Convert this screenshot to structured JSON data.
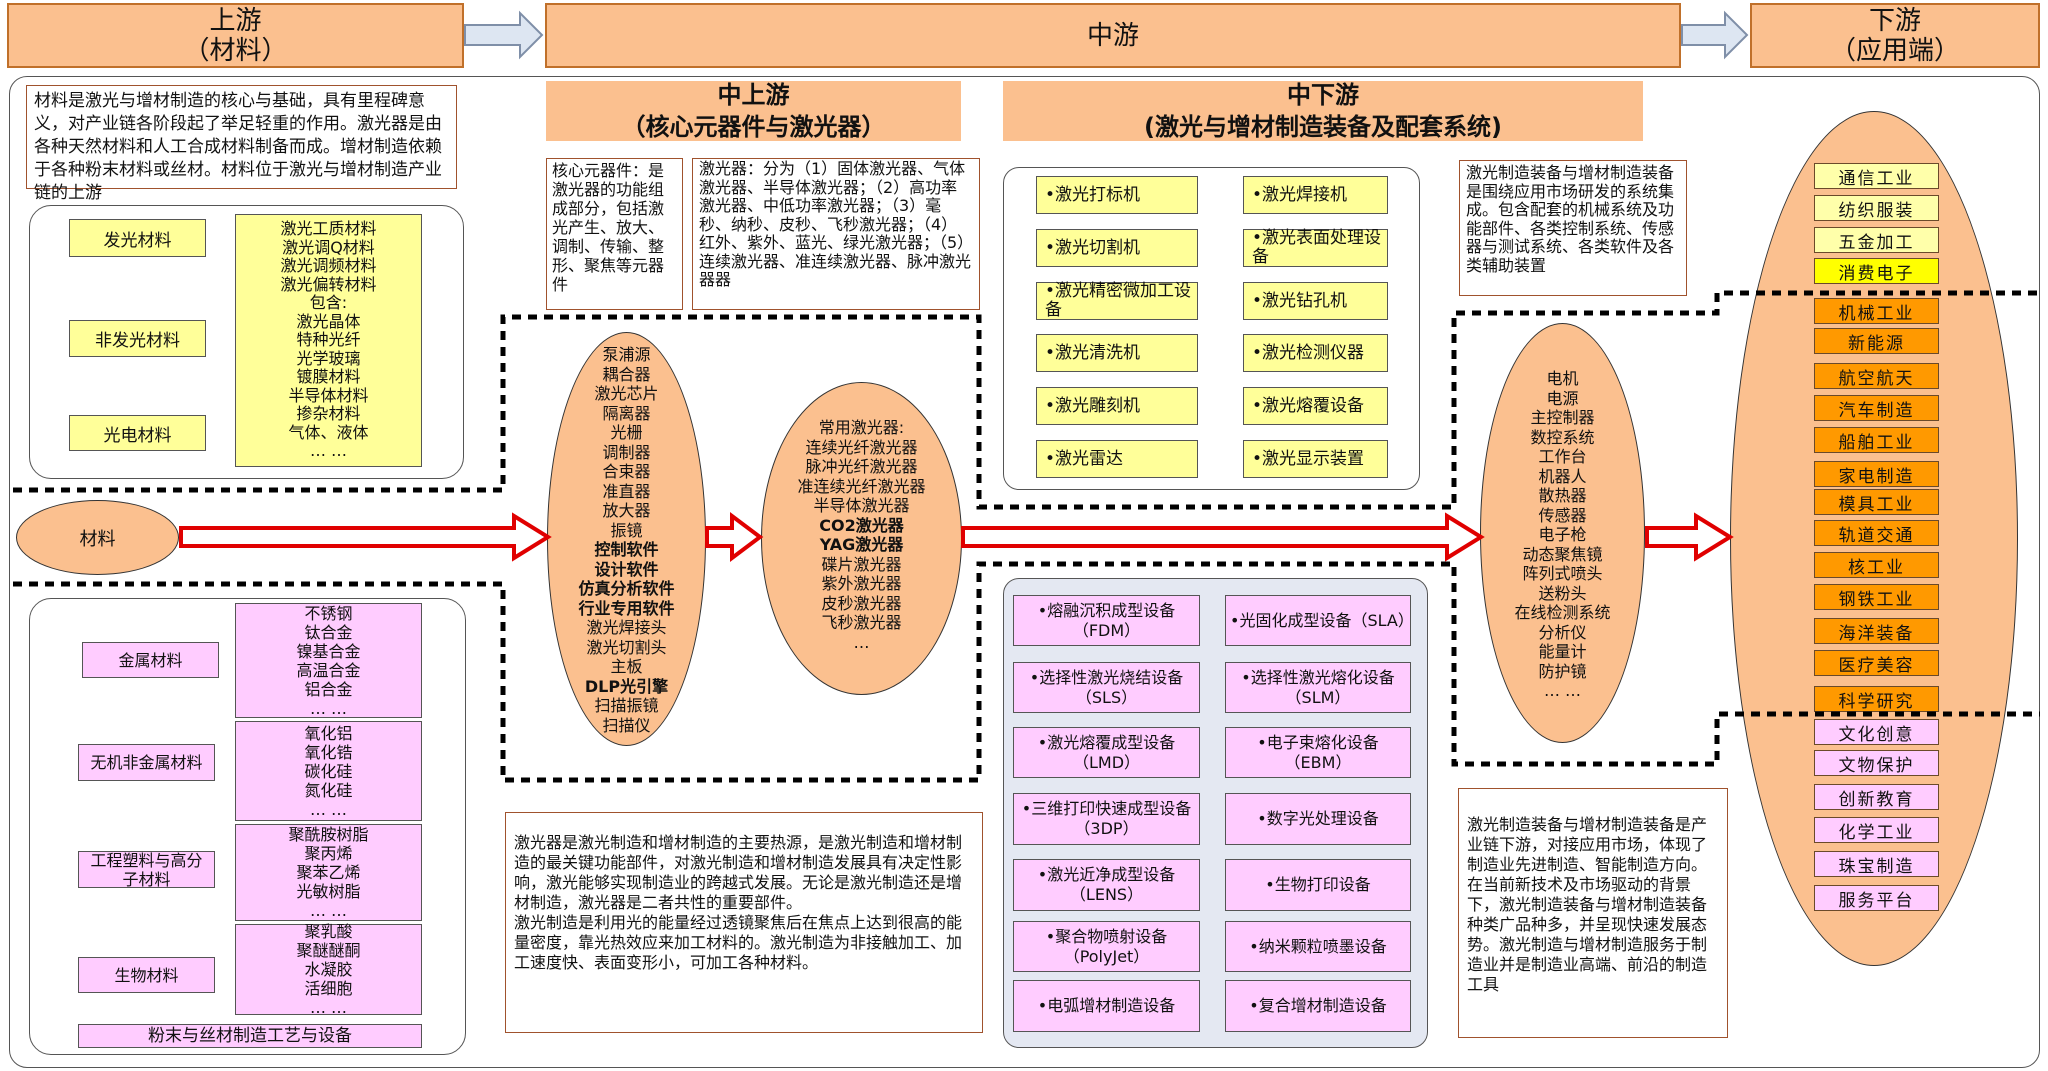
{
  "header": {
    "upstream": "上游",
    "upstream_sub": "（材料）",
    "midstream": "中游",
    "downstream": "下游",
    "downstream_sub": "（应用端）"
  },
  "materials": {
    "intro": "材料是激光与增材制造的核心与基础，具有里程碑意义，对产业链各阶段起了举足轻重的作用。激光器是由各种天然材料和人工合成材料制备而成。增材制造依赖于各种粉末材料或丝材。材料位于激光与增材制造产业链的上游",
    "root": "材料",
    "laser_categories": [
      "发光材料",
      "非发光材料",
      "光电材料"
    ],
    "laser_list": [
      "激光工质材料",
      "激光调Q材料",
      "激光调频材料",
      "激光偏转材料",
      "包含:",
      "激光晶体",
      "特种光纤",
      "光学玻璃",
      "镀膜材料",
      "半导体材料",
      "掺杂材料",
      "气体、液体",
      "… …"
    ],
    "am_categories": [
      {
        "label": "金属材料",
        "items": [
          "不锈钢",
          "钛合金",
          "镍基合金",
          "高温合金",
          "铝合金",
          "… …"
        ]
      },
      {
        "label": "无机非金属材料",
        "items": [
          "氧化铝",
          "氧化锆",
          "碳化硅",
          "氮化硅",
          "… …"
        ]
      },
      {
        "label": "工程塑料与高分子材料",
        "items": [
          "聚酰胺树脂",
          "聚丙烯",
          "聚苯乙烯",
          "光敏树脂",
          "… …"
        ]
      },
      {
        "label": "生物材料",
        "items": [
          "聚乳酸",
          "聚醚醚酮",
          "水凝胶",
          "活细胞",
          "… …"
        ]
      }
    ],
    "powder": "粉末与丝材制造工艺与设备"
  },
  "mid_upper": {
    "title": "中上游",
    "subtitle": "（核心元器件与激光器）",
    "core_desc": "核心元器件：是激光器的功能组成部分，包括激光产生、放大、调制、传输、整形、聚焦等元器件",
    "laser_desc": "激光器：分为（1）固体激光器、气体激光器、半导体激光器；（2）高功率激光器、中低功率激光器；（3）毫秒、纳秒、皮秒、飞秒激光器；（4）红外、紫外、蓝光、绿光激光器；（5）连续激光器、准连续激光器、脉冲激光器器",
    "components": [
      "泵浦源",
      "耦合器",
      "激光芯片",
      "隔离器",
      "光栅",
      "调制器",
      "合束器",
      "准直器",
      "放大器",
      "振镜",
      "控制软件",
      "设计软件",
      "仿真分析软件",
      "行业专用软件",
      "激光焊接头",
      "激光切割头",
      "主板",
      "DLP光引擎",
      "扫描振镜",
      "扫描仪"
    ],
    "lasers": [
      "常用激光器:",
      "连续光纤激光器",
      "脉冲光纤激光器",
      "准连续光纤激光器",
      "半导体激光器",
      "CO2激光器",
      "YAG激光器",
      "碟片激光器",
      "紫外激光器",
      "皮秒激光器",
      "飞秒激光器",
      "…"
    ],
    "summary": "激光器是激光制造和增材制造的主要热源，是激光制造和增材制造的最关键功能部件，对激光制造和增材制造发展具有决定性影响，激光能够实现制造业的跨越式发展。无论是激光制造还是增材制造，激光器是二者共性的重要部件。\n激光制造是利用光的能量经过透镜聚焦后在焦点上达到很高的能量密度，靠光热效应来加工材料的。激光制造为非接触加工、加工速度快、表面变形小，可加工各种材料。"
  },
  "mid_lower": {
    "title": "中下游",
    "subtitle": "(激光与增材制造装备及配套系统)",
    "laser_equipment": [
      "•激光打标机",
      "•激光焊接机",
      "•激光切割机",
      "•激光表面处理设备",
      "•激光精密微加工设备",
      "•激光钻孔机",
      "•激光清洗机",
      "•激光检测仪器",
      "•激光雕刻机",
      "•激光熔覆设备",
      "•激光雷达",
      "•激光显示装置"
    ],
    "am_equipment": [
      "•熔融沉积成型设备（FDM）",
      "•光固化成型设备（SLA）",
      "•选择性激光烧结设备（SLS）",
      "•选择性激光熔化设备（SLM）",
      "•激光熔覆成型设备（LMD）",
      "•电子束熔化设备（EBM）",
      "•三维打印快速成型设备（3DP）",
      "•数字光处理设备",
      "•激光近净成型设备（LENS）",
      "•生物打印设备",
      "•聚合物喷射设备（PolyJet）",
      "•纳米颗粒喷墨设备",
      "•电弧增材制造设备",
      "•复合增材制造设备"
    ],
    "system_desc": "激光制造装备与增材制造装备是围绕应用市场研发的系统集成。包含配套的机械系统及功能部件、各类控制系统、传感器与测试系统、各类软件及各类辅助装置",
    "parts": [
      "电机",
      "电源",
      "主控制器",
      "数控系统",
      "工作台",
      "机器人",
      "散热器",
      "传感器",
      "电子枪",
      "动态聚焦镜",
      "阵列式喷头",
      "送粉头",
      "在线检测系统",
      "分析仪",
      "能量计",
      "防护镜",
      "… …"
    ],
    "downstream_desc": "激光制造装备与增材制造装备是产业链下游，对接应用市场，体现了制造业先进制造、智能制造方向。在当前新技术及市场驱动的背景下，激光制造装备与增材制造装备种类广品种多，并呈现快速发展态势。激光制造与增材制造服务于制造业并是制造业高端、前沿的制造工具"
  },
  "applications": {
    "items": [
      "通信工业",
      "纺织服装",
      "五金加工",
      "消费电子",
      "机械工业",
      "新能源",
      "航空航天",
      "汽车制造",
      "船舶工业",
      "家电制造",
      "模具工业",
      "轨道交通",
      "核工业",
      "钢铁工业",
      "海洋装备",
      "医疗美容",
      "科学研究",
      "文化创意",
      "文物保护",
      "创新教育",
      "化学工业",
      "珠宝制造",
      "服务平台"
    ],
    "colors": {
      "light": "#FFFFAA",
      "highlight": "#FFFF00",
      "core": "#FF9900",
      "emerging": "#FFCCFF"
    }
  },
  "colors": {
    "header": "#FBC08F",
    "arrow": "#E00000",
    "yellow_box": "#FFFF99",
    "pink_box": "#FFCCFF",
    "am_panel": "#E4E8F2"
  }
}
